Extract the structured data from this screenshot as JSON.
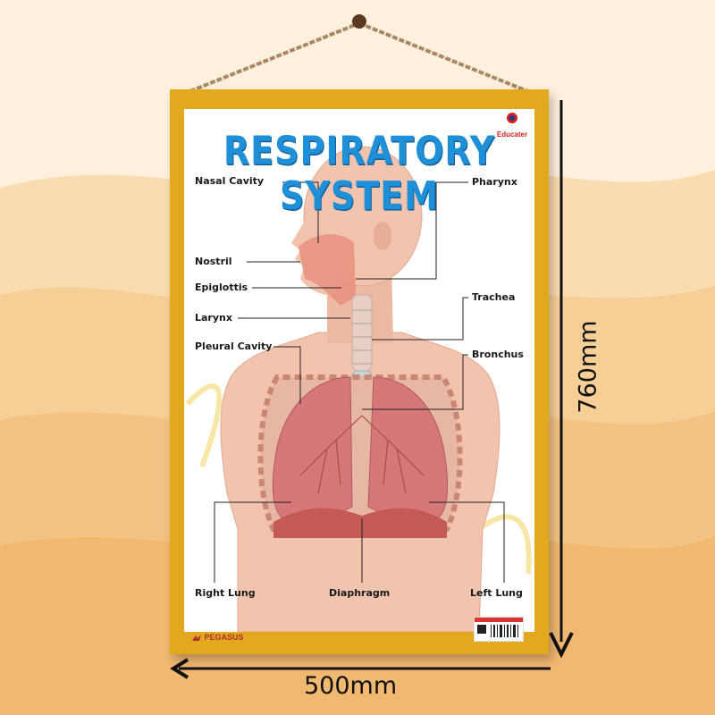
{
  "poster": {
    "title": "RESPIRATORY SYSTEM",
    "brand_logo": "Educater",
    "publisher": "PEGASUS",
    "labels": {
      "nasal_cavity": "Nasal Cavity",
      "nostril": "Nostril",
      "epiglottis": "Epiglottis",
      "larynx": "Larynx",
      "pleural_cavity": "Pleural Cavity",
      "pharynx": "Pharynx",
      "trachea": "Trachea",
      "bronchus": "Bronchus",
      "right_lung": "Right Lung",
      "diaphragm": "Diaphragm",
      "left_lung": "Left Lung"
    }
  },
  "dimensions": {
    "width": "500mm",
    "height": "760mm"
  },
  "colors": {
    "background": "#fbe6c6",
    "frame": "#e2a91f",
    "title": "#1f8fd8",
    "skin": "#f2c3ad",
    "lung": "#d7777a"
  },
  "icons": [
    "hanging-rope-icon",
    "pin-icon",
    "educater-logo-icon",
    "pegasus-logo-icon",
    "barcode-icon",
    "arrow-left-icon",
    "arrow-down-icon"
  ]
}
